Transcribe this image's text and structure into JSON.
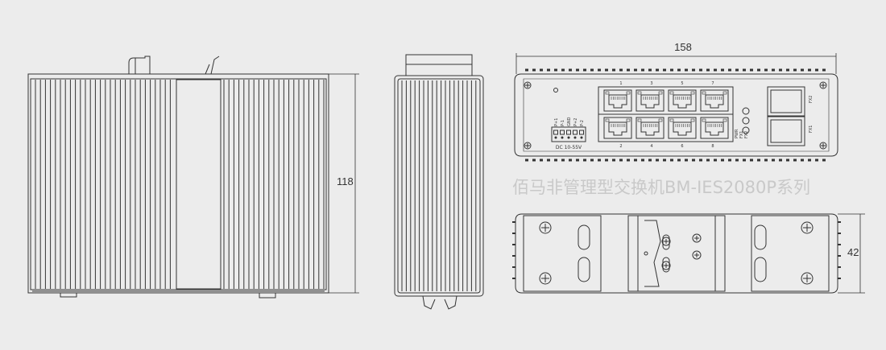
{
  "dimensions": {
    "width": "158",
    "height": "118",
    "depth": "42"
  },
  "caption": "佰马非管理型交换机BM-IES2080P系列",
  "terminal_label": "DC 10-55V",
  "terminal_pins": [
    "P+1",
    "P-1",
    "GND",
    "P+2",
    "P-2"
  ],
  "led_labels": [
    "PWR",
    "FX1",
    "FX2"
  ],
  "rj45_top_numbers": [
    "1",
    "3",
    "5",
    "7"
  ],
  "rj45_bottom_numbers": [
    "2",
    "4",
    "6",
    "8"
  ],
  "sfp_labels": [
    "FX2",
    "FX1"
  ],
  "colors": {
    "line": "#333333",
    "background": "#ececec",
    "caption": "#c9c9c9"
  }
}
